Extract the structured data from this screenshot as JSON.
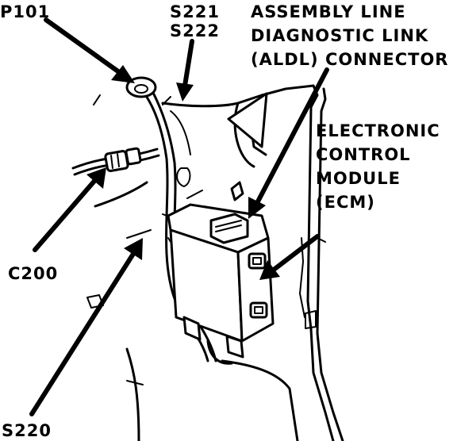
{
  "labels": {
    "p101": "P101",
    "s221": "S221",
    "s222": "S222",
    "aldl_line1": "ASSEMBLY LINE",
    "aldl_line2": "DIAGNOSTIC LINK",
    "aldl_line3": "(ALDL) CONNECTOR",
    "ecm_line1": "ELECTRONIC",
    "ecm_line2": "CONTROL",
    "ecm_line3": "MODULE",
    "ecm_line4": "(ECM)",
    "c200": "C200",
    "s220": "S220"
  },
  "colors": {
    "ink": "#000000",
    "paper": "#ffffff"
  }
}
